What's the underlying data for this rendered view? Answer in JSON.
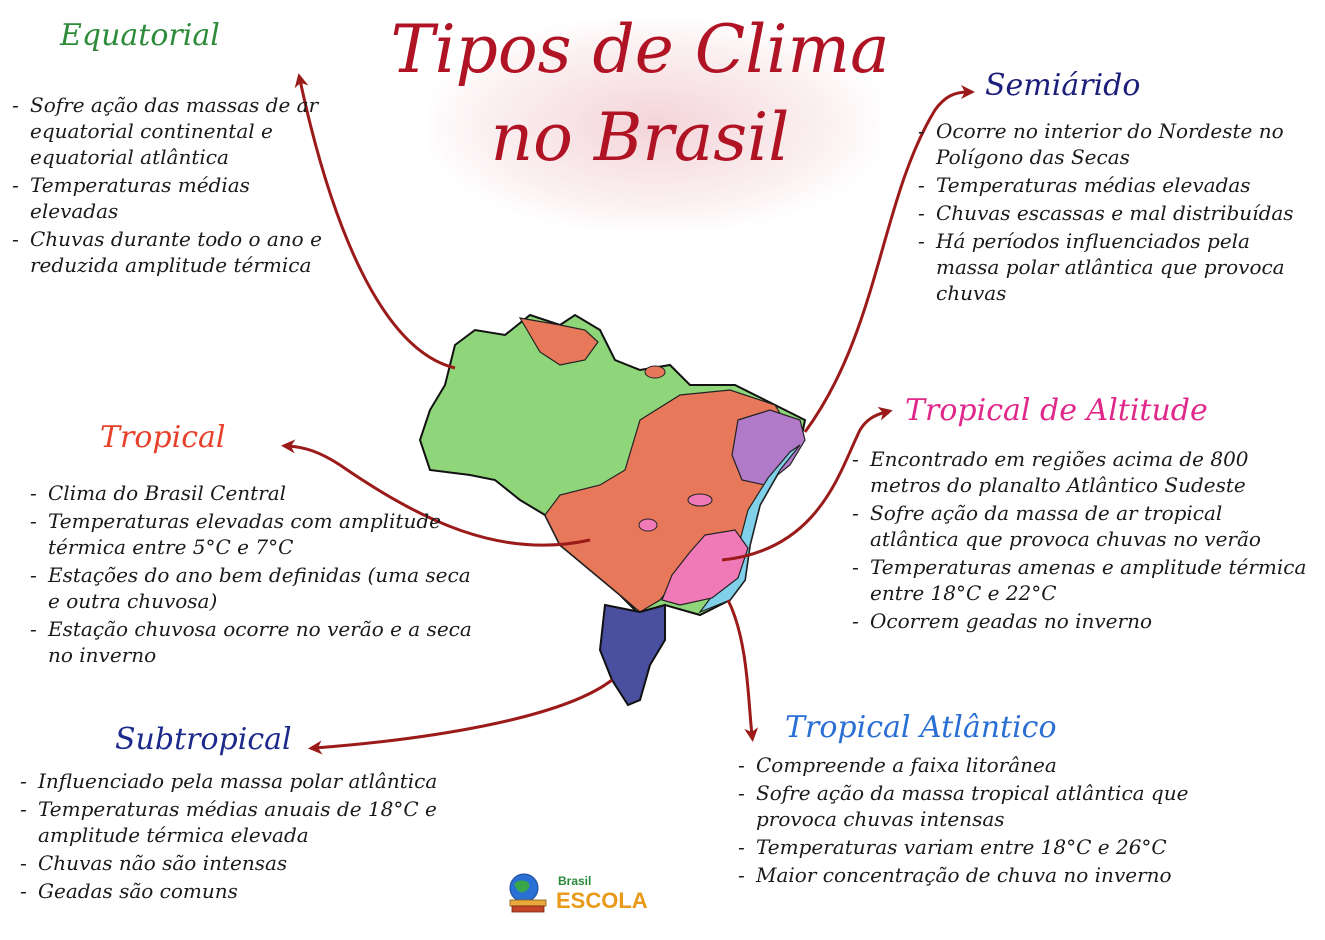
{
  "title": "Tipos de Clima no Brasil",
  "logo": {
    "line1": "Brasil",
    "line2": "ESCOLA"
  },
  "colors": {
    "equatorial": "#8fd67a",
    "tropical": "#e8785a",
    "semiarido": "#b07ac8",
    "tropical_altitude": "#f07ab8",
    "tropical_atlantico": "#7fd0e8",
    "subtropical": "#4a4fa0",
    "arrows": "#9b1a1a"
  },
  "sections": {
    "equatorial": {
      "heading": "Equatorial",
      "items": [
        "Sofre ação das massas de ar equatorial continental e equatorial atlântica",
        "Temperaturas médias elevadas",
        "Chuvas durante todo o ano e reduzida amplitude térmica"
      ]
    },
    "semiarido": {
      "heading": "Semiárido",
      "items": [
        "Ocorre no interior do Nordeste no Polígono das Secas",
        "Temperaturas médias elevadas",
        "Chuvas escassas e mal distribuídas",
        "Há períodos influenciados pela massa polar atlântica que provoca chuvas"
      ]
    },
    "tropical": {
      "heading": "Tropical",
      "items": [
        "Clima do Brasil Central",
        "Temperaturas elevadas com amplitude térmica entre 5°C e 7°C",
        "Estações do ano bem definidas (uma seca e outra chuvosa)",
        "Estação chuvosa ocorre no verão e a seca no inverno"
      ]
    },
    "tropical_altitude": {
      "heading": "Tropical de Altitude",
      "items": [
        "Encontrado em regiões acima de 800 metros do planalto Atlântico Sudeste",
        "Sofre ação da massa de ar tropical atlântica que provoca chuvas no verão",
        "Temperaturas amenas e amplitude térmica entre 18°C e 22°C",
        "Ocorrem geadas no inverno"
      ]
    },
    "subtropical": {
      "heading": "Subtropical",
      "items": [
        "Influenciado pela massa polar atlântica",
        "Temperaturas médias anuais de 18°C e amplitude térmica elevada",
        "Chuvas não são intensas",
        "Geadas são comuns"
      ]
    },
    "tropical_atlantico": {
      "heading": "Tropical Atlântico",
      "items": [
        "Compreende a faixa litorânea",
        "Sofre ação da massa tropical atlântica que provoca chuvas intensas",
        "Temperaturas variam entre 18°C e 26°C",
        "Maior concentração de chuva no inverno"
      ]
    }
  }
}
